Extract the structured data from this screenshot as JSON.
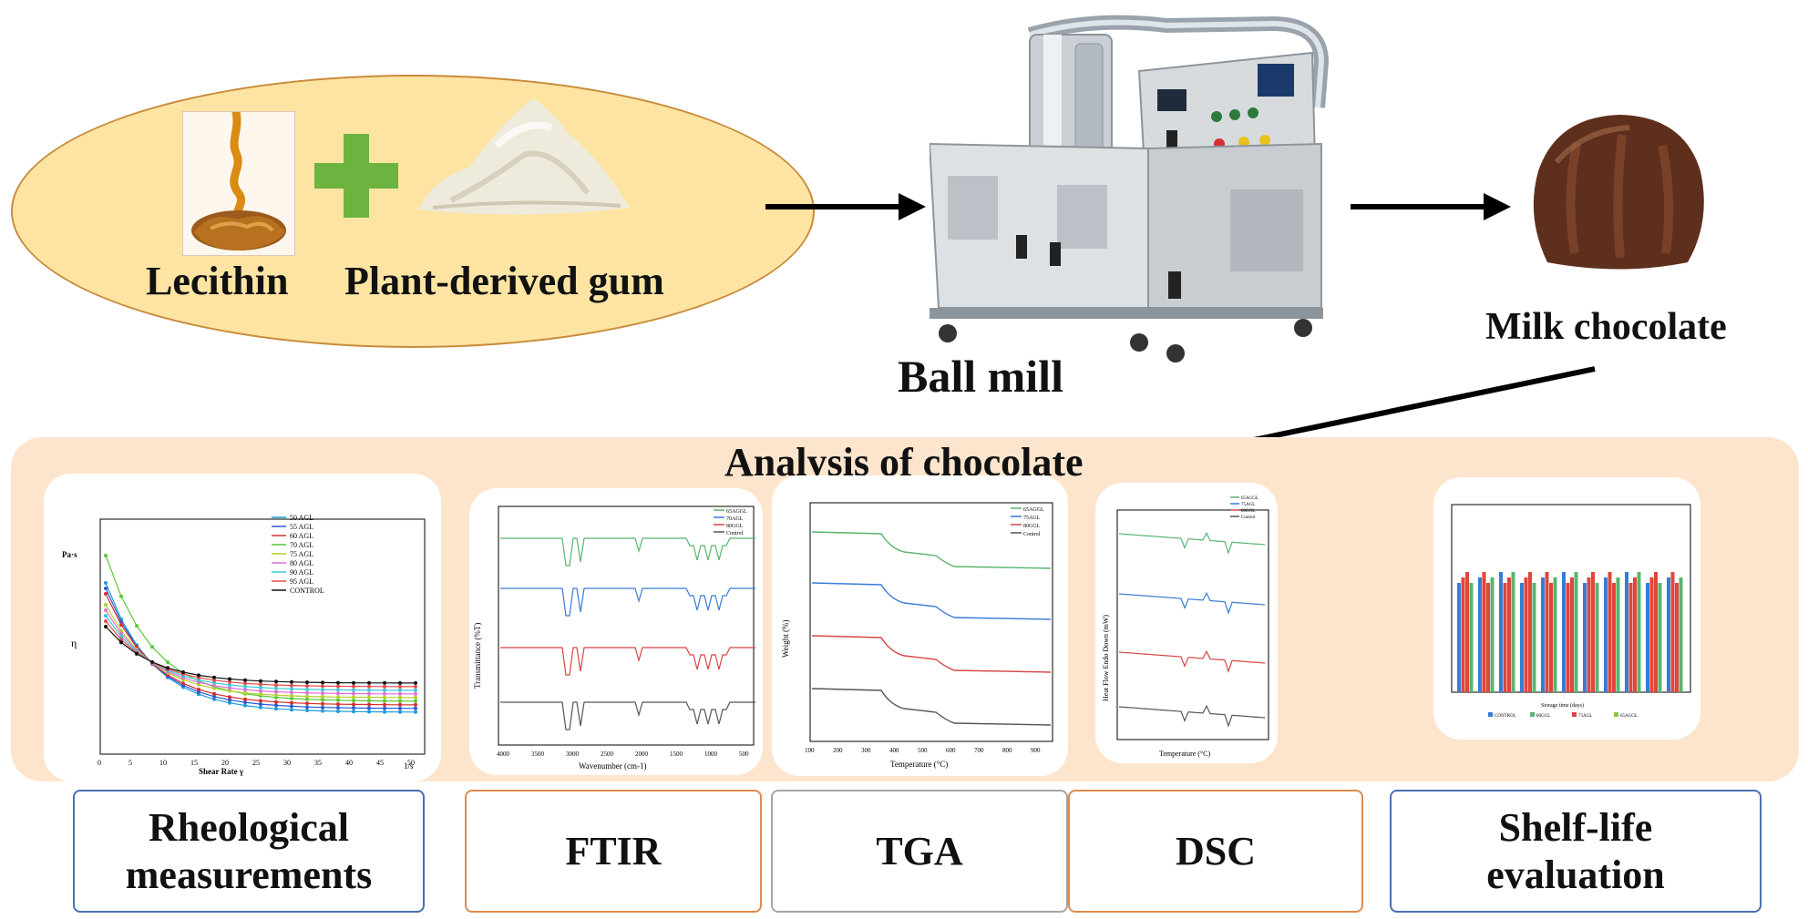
{
  "ingredients": {
    "lecithin_label": "Lecithin",
    "gum_label": "Plant-derived gum",
    "ellipse_fill": "#fde4a3",
    "plus_color": "#6db33f"
  },
  "process": {
    "mill_label": "Ball mill",
    "product_label": "Milk chocolate"
  },
  "analysis": {
    "title": "Analysis of chocolate",
    "panel_fill": "#fce5cc"
  },
  "methods": [
    {
      "label_line1": "Rheological",
      "label_line2": "measurements",
      "border": "#4a6fb3"
    },
    {
      "label_line1": "FTIR",
      "label_line2": "",
      "border": "#e08a4a"
    },
    {
      "label_line1": "TGA",
      "label_line2": "",
      "border": "#a5a5a5"
    },
    {
      "label_line1": "DSC",
      "label_line2": "",
      "border": "#e08a4a"
    },
    {
      "label_line1": "Shelf-life",
      "label_line2": "evaluation",
      "border": "#4a6fb3"
    }
  ],
  "thumbs": {
    "rheo": {
      "unit": "Pa·s",
      "ylabel": "η",
      "xlabel": "Shear Rate γ",
      "xunit": "1/s",
      "xticks": [
        "0",
        "5",
        "10",
        "15",
        "20",
        "25",
        "30",
        "35",
        "40",
        "45",
        "50"
      ],
      "legend": [
        "50 AGL",
        "55 AGL",
        "60 AGL",
        "70 AGL",
        "75 AGL",
        "80 AGL",
        "90 AGL",
        "95 AGL",
        "CONTROL"
      ]
    },
    "ftir": {
      "xlabel": "Wavenumber (cm-1)",
      "ylabel": "Transmittance (%T)",
      "legend": [
        "65AGGL",
        "70AGL",
        "80GGL",
        "Control"
      ],
      "xticks": [
        "4000",
        "3500",
        "3000",
        "2500",
        "2000",
        "1500",
        "1000",
        "500"
      ]
    },
    "tga": {
      "xlabel": "Temperature (°C)",
      "ylabel": "Weight (%)",
      "legend": [
        "65AGGL",
        "75AGL",
        "80GGL",
        "Control"
      ],
      "xticks": [
        "100",
        "200",
        "300",
        "400",
        "500",
        "600",
        "700",
        "800",
        "900"
      ]
    },
    "dsc": {
      "xlabel": "Temperature (°C)",
      "ylabel": "Heat Flow Endo Down (mW)",
      "legend": [
        "65AGGL",
        "75AGL",
        "80GGL",
        "Control"
      ]
    },
    "shelf": {
      "xlabel": "Storage time (days)",
      "legend": [
        "CONTROL",
        "80GGL",
        "75AGL",
        "65AGGL"
      ]
    }
  }
}
